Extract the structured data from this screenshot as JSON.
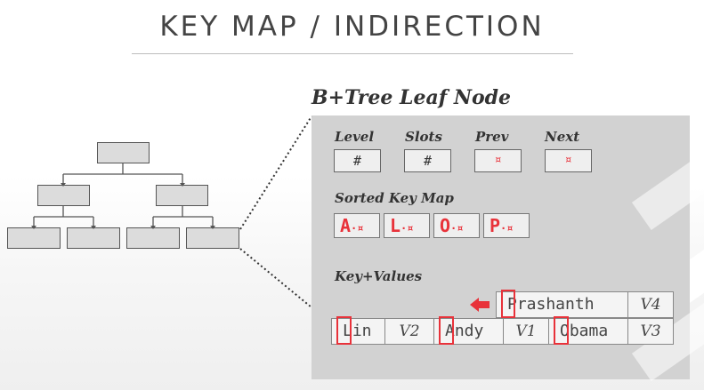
{
  "title": "KEY MAP / INDIRECTION",
  "leaf_node_title": "B+Tree Leaf Node",
  "header_fields": [
    {
      "label": "Level",
      "value": "#"
    },
    {
      "label": "Slots",
      "value": "#"
    },
    {
      "label": "Prev",
      "value": "¤"
    },
    {
      "label": "Next",
      "value": "¤"
    }
  ],
  "sorted_key_map": {
    "label": "Sorted Key Map",
    "entries": [
      {
        "key": "A",
        "rest": "·¤"
      },
      {
        "key": "L",
        "rest": "·¤"
      },
      {
        "key": "O",
        "rest": "·¤"
      },
      {
        "key": "P",
        "rest": "·¤"
      }
    ]
  },
  "key_values": {
    "label": "Key+Values",
    "top_row": [
      {
        "key": "Prashanth",
        "value": "V4"
      }
    ],
    "bottom_row": [
      {
        "key": "Lin",
        "value": "V2"
      },
      {
        "key": "Andy",
        "value": "V1"
      },
      {
        "key": "Obama",
        "value": "V3"
      }
    ]
  },
  "colors": {
    "accent": "#e8323a",
    "panel": "#d2d2d2",
    "box": "#dcdcdc"
  }
}
